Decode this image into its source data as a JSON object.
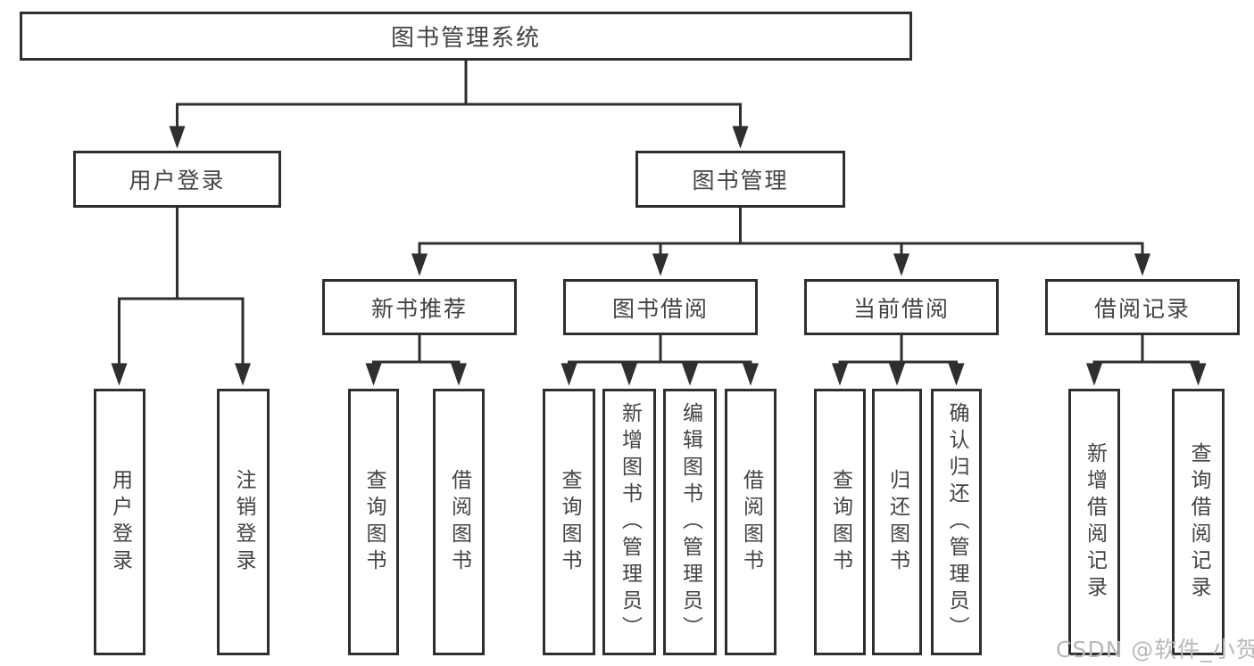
{
  "diagram": {
    "title": "图书管理系统",
    "root": {
      "label": "图书管理系统"
    },
    "branches": [
      {
        "label": "用户登录",
        "children": [
          {
            "label": "用户登录"
          },
          {
            "label": "注销登录"
          }
        ]
      },
      {
        "label": "图书管理",
        "children": [
          {
            "label": "新书推荐",
            "children": [
              {
                "label": "查询图书"
              },
              {
                "label": "借阅图书"
              }
            ]
          },
          {
            "label": "图书借阅",
            "children": [
              {
                "label": "查询图书"
              },
              {
                "label": "新增图书（管理员）"
              },
              {
                "label": "编辑图书（管理员）"
              },
              {
                "label": "借阅图书"
              }
            ]
          },
          {
            "label": "当前借阅",
            "children": [
              {
                "label": "查询图书"
              },
              {
                "label": "归还图书"
              },
              {
                "label": "确认归还（管理员）"
              }
            ]
          },
          {
            "label": "借阅记录",
            "children": [
              {
                "label": "新增借阅记录"
              },
              {
                "label": "查询借阅记录"
              }
            ]
          }
        ]
      }
    ],
    "colors": {
      "line": "#2f2f2f",
      "text": "#434343",
      "box_fill": "#ffffff"
    }
  },
  "watermark": {
    "text": "CSDN @软件_小贺同学",
    "color": "#b9b9b9"
  }
}
